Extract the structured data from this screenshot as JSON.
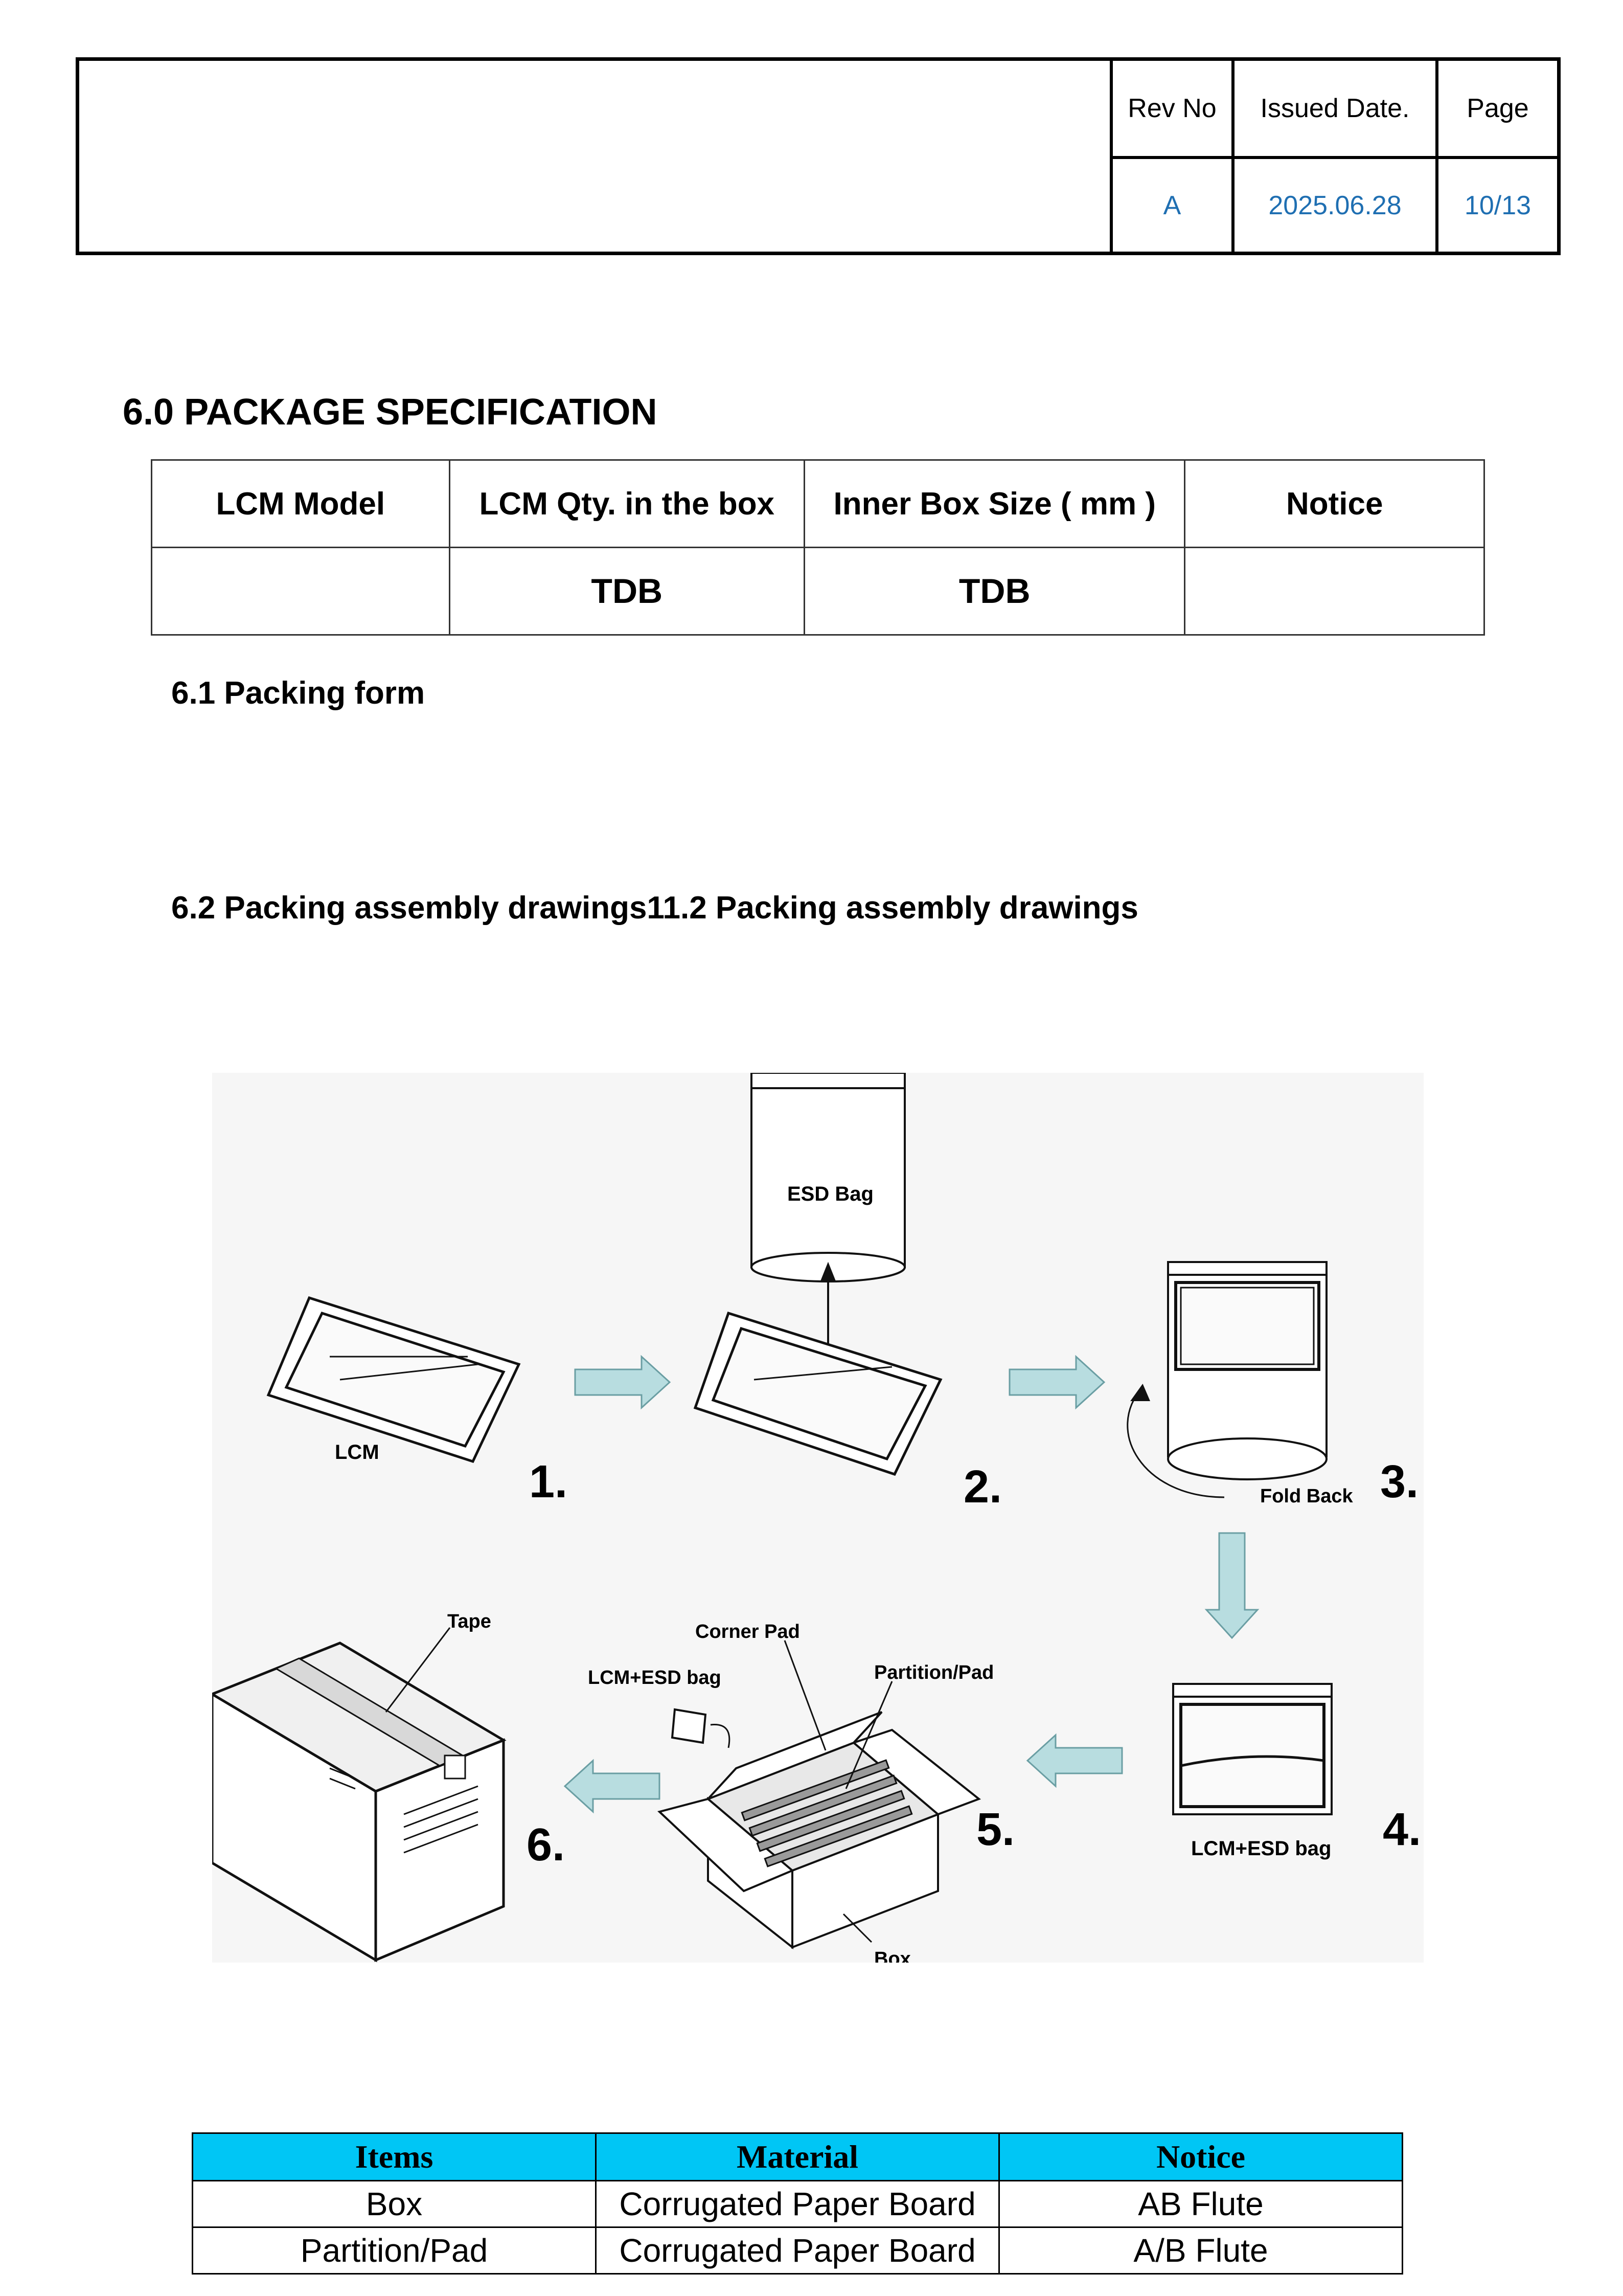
{
  "header": {
    "rev_no_label": "Rev No",
    "issued_date_label": "Issued Date.",
    "page_label": "Page",
    "rev_no_value": "A",
    "issued_date_value": "2025.06.28",
    "page_value": "10/13"
  },
  "section_title": "6.0 PACKAGE SPECIFICATION",
  "spec_table": {
    "headers": [
      "LCM Model",
      "LCM Qty. in the box",
      "Inner Box Size ( mm )",
      "Notice"
    ],
    "row": [
      "",
      "TDB",
      "TDB",
      ""
    ]
  },
  "subsection_1": "6.1 Packing form",
  "subsection_2": "6.2 Packing assembly drawings11.2 Packing assembly drawings",
  "drawing": {
    "labels": {
      "esd_bag": "ESD Bag",
      "lcm": "LCM",
      "fold_back": "Fold Back",
      "tape": "Tape",
      "corner_pad": "Corner Pad",
      "lcm_esd_bag": "LCM+ESD bag",
      "partition_pad": "Partition/Pad",
      "lcm_esd_bag_2": "LCM+ESD bag",
      "box": "Box"
    },
    "steps": [
      "1.",
      "2.",
      "3.",
      "4.",
      "5.",
      "6."
    ],
    "arrow_color": "#b8dde0"
  },
  "materials_table": {
    "headers": [
      "Items",
      "Material",
      "Notice"
    ],
    "rows": [
      [
        "Box",
        "Corrugated Paper Board",
        "AB Flute"
      ],
      [
        "Partition/Pad",
        "Corrugated Paper Board",
        "A/B Flute"
      ]
    ],
    "header_color": "#00c6f5"
  }
}
